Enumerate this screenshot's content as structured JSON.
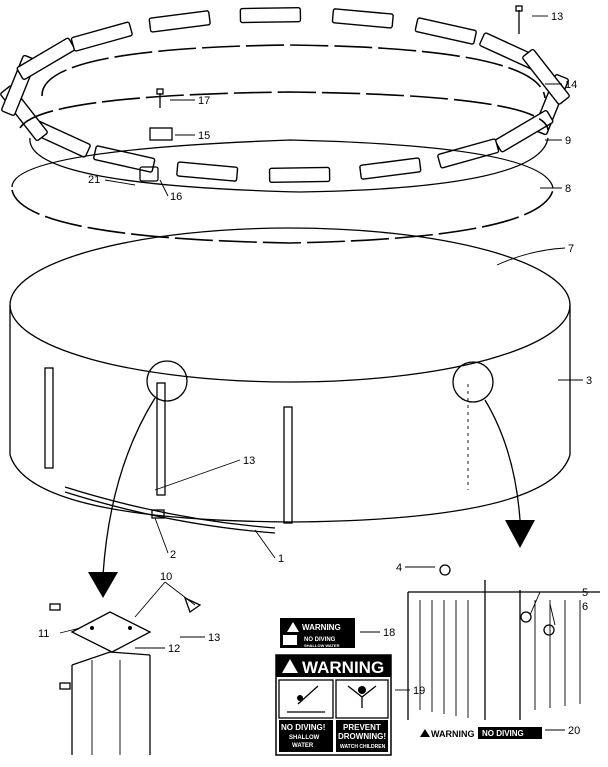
{
  "colors": {
    "ink": "#000000",
    "paper": "#ffffff"
  },
  "callouts": {
    "c1": "1",
    "c2": "2",
    "c3": "3",
    "c4": "4",
    "c5": "5",
    "c6": "6",
    "c7": "7",
    "c8": "8",
    "c9": "9",
    "c10": "10",
    "c11": "11",
    "c12": "12",
    "c13_top": "13",
    "c13_mid": "13",
    "c13_bottom": "13",
    "c14": "14",
    "c15": "15",
    "c16": "16",
    "c17": "17",
    "c18": "18",
    "c19": "19",
    "c20": "20",
    "c21": "21"
  },
  "small_sign": {
    "warning": "WARNING",
    "banner": "NO DIVING",
    "sub": "SHALLOW WATER"
  },
  "big_sign": {
    "header": "WARNING",
    "left_title": "NO DIVING!",
    "left_sub1": "SHALLOW",
    "left_sub2": "WATER",
    "right_title1": "PREVENT",
    "right_title2": "DROWNING!",
    "right_sub": "WATCH CHILDREN"
  },
  "strip_sign": {
    "warning": "WARNING",
    "banner": "NO DIVING"
  },
  "icons": [
    "warning-triangle-icon",
    "diver-icon",
    "swimmer-icon"
  ]
}
